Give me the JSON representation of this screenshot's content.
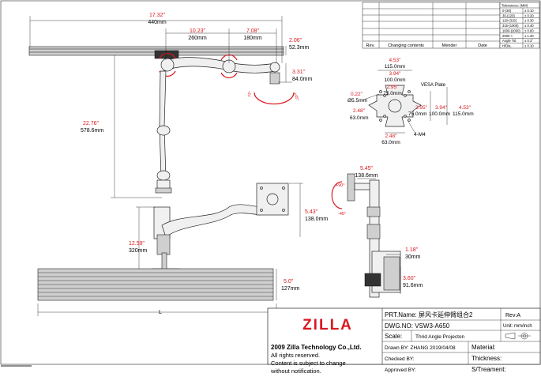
{
  "revision_table": {
    "headers": [
      "Rev.",
      "Changing contents",
      "Mender",
      "Date"
    ]
  },
  "tolerances": {
    "title": "Tolerances: (MM)",
    "rows": [
      [
        "0-(30)",
        "± 0.10"
      ],
      [
        "30-(120)",
        "± 0.20"
      ],
      [
        "120-(315)",
        "± 0.30"
      ],
      [
        "315-(1000)",
        "± 0.40"
      ],
      [
        "1000-(2000)",
        "± 0.60"
      ],
      [
        "2000 <",
        "± 1.20"
      ],
      [
        "Angle Tol.",
        "± 0.3°"
      ],
      [
        "H/Dia.",
        "± 0.10"
      ]
    ]
  },
  "dimensions": {
    "total_width": {
      "inch": "17.32\"",
      "mm": "440mm"
    },
    "arm1": {
      "inch": "10.23\"",
      "mm": "260mm"
    },
    "arm2": {
      "inch": "7.08\"",
      "mm": "180mm"
    },
    "clamp_top": {
      "inch": "2.06\"",
      "mm": "52.3mm"
    },
    "head_drop": {
      "inch": "3.31\"",
      "mm": "84.0mm"
    },
    "height": {
      "inch": "22.76\"",
      "mm": "578.6mm"
    },
    "pole": {
      "inch": "12.59\"",
      "mm": "320mm"
    },
    "base": {
      "inch": "5.0\"",
      "mm": "127mm"
    },
    "plate_height": {
      "inch": "5.43\"",
      "mm": "138.0mm"
    },
    "side_reach": {
      "inch": "5.45\"",
      "mm": "138.6mm"
    },
    "side_clamp": {
      "inch": "1.18\"",
      "mm": "30mm"
    },
    "side_base": {
      "inch": "3.60\"",
      "mm": "91.6mm"
    },
    "bottom_length": "L"
  },
  "angles": {
    "swivel_left": "±5°",
    "swivel_right": "±45°",
    "tilt_up": "+90°",
    "tilt_down": "-45°"
  },
  "vesa": {
    "title": "VESA Plate",
    "top_outer": {
      "inch": "4.53\"",
      "mm": "115.0mm"
    },
    "top_mid": {
      "inch": "3.94\"",
      "mm": "100.0mm"
    },
    "top_inner": {
      "inch": "2.95\"",
      "mm": "75.0mm"
    },
    "hole": {
      "inch": "0.22\"",
      "mm": "Ø5.5mm"
    },
    "left": {
      "inch": "2.48\"",
      "mm": "63.0mm"
    },
    "right_inner": {
      "inch": "2.95\"",
      "mm": "75.0mm"
    },
    "right_mid": {
      "inch": "3.94\"",
      "mm": "100.0mm"
    },
    "right_outer": {
      "inch": "4.53\"",
      "mm": "115.0mm"
    },
    "bottom": {
      "inch": "2.48\"",
      "mm": "63.0mm"
    },
    "screw": "4-M4"
  },
  "title_block": {
    "logo": "ZILLA",
    "company": "2009 Zilla Technology Co.,Ltd.",
    "notice": [
      "All rights reserved.",
      "Content is subject to change",
      "without notification."
    ],
    "part_name": "PRT.Name: 屏风卡延伸臂组合2",
    "rev": "Rev:A",
    "dwg_no": "DWG.NO: VSW3-A650",
    "unit": "Unit: mm/inch",
    "scale": "Scale:",
    "projection": "Thrid Angle Projecton",
    "drawn_by": "Drawn BY:  ZHANG  2019/04/08",
    "material": "Material:",
    "checked_by": "Checked BY:",
    "thickness": "Thickness:",
    "approved_by": "Approved BY:",
    "treatment": "S/Treament:"
  }
}
